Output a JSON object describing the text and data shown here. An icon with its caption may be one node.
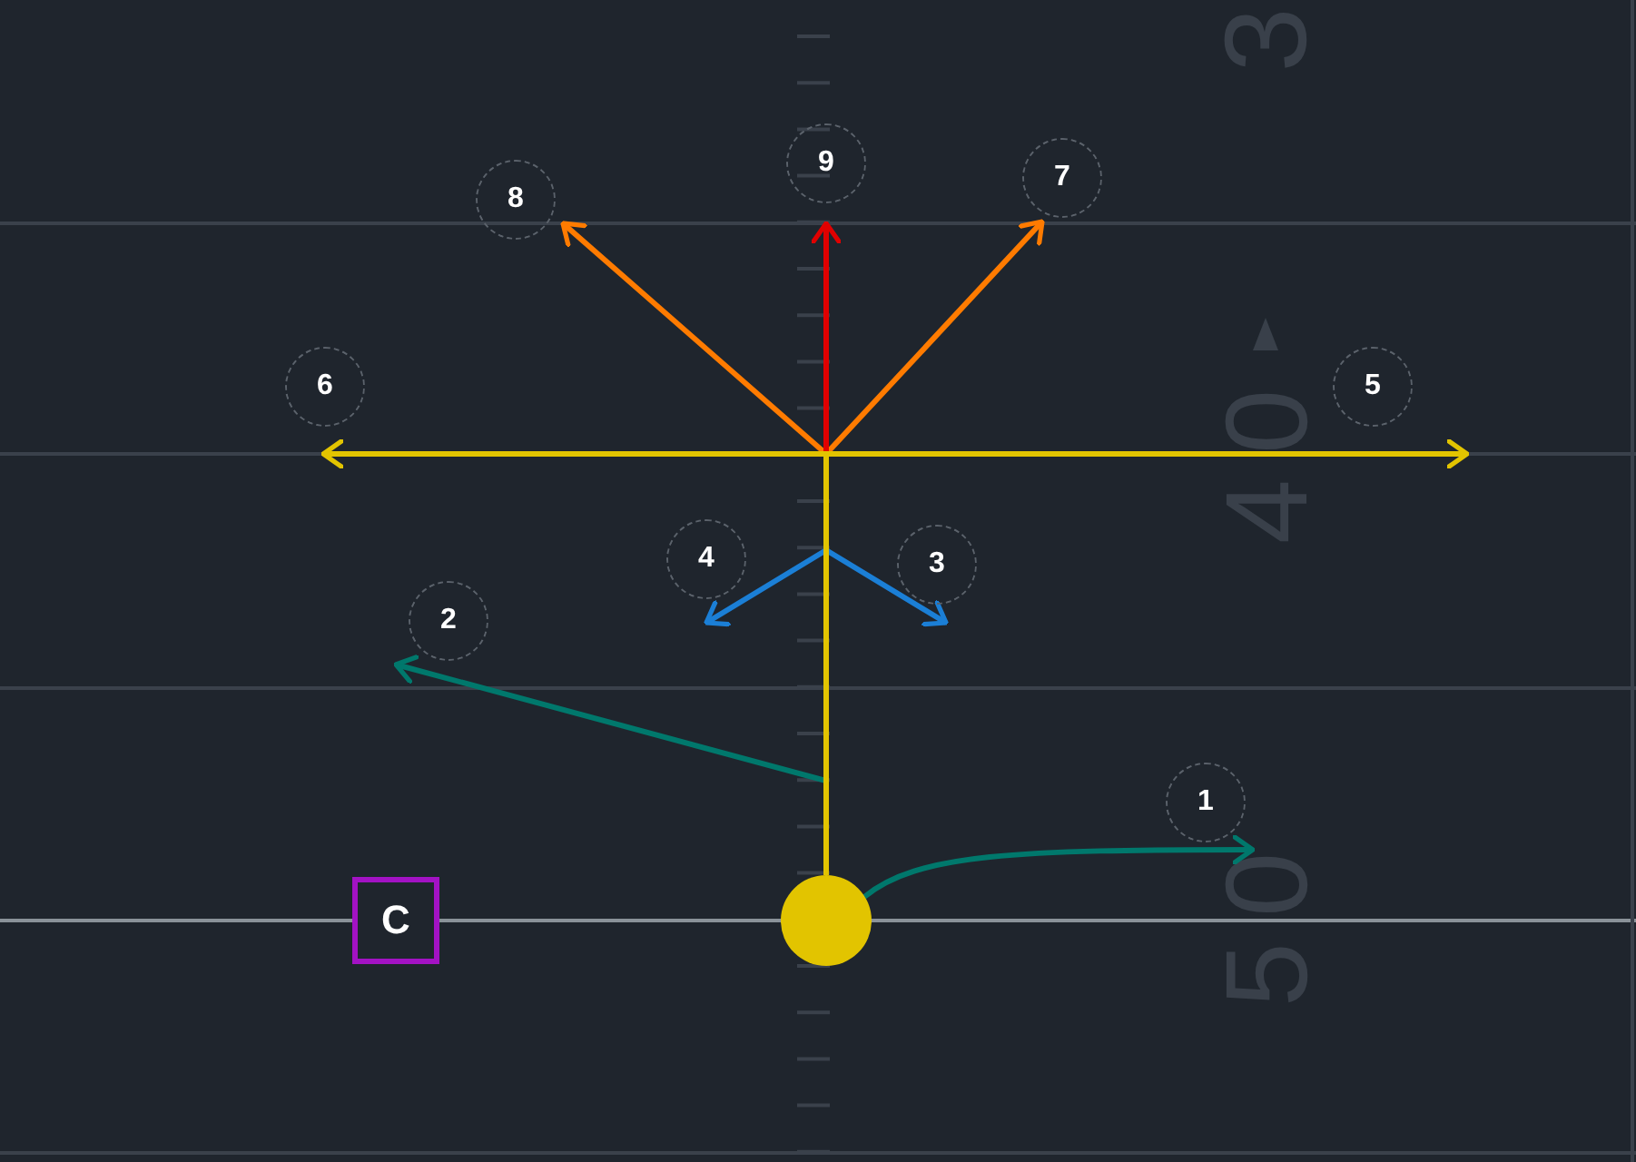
{
  "diagram": {
    "nodes": [
      {
        "text": [],
        "shape": "circle"
      },
      {
        "text": [
          "C"
        ]
      },
      {
        "text": [
          "1"
        ]
      },
      {
        "text": [
          "2"
        ]
      },
      {
        "text": [
          "3"
        ]
      },
      {
        "text": [
          "4"
        ]
      },
      {
        "text": [
          "5"
        ]
      },
      {
        "text": [
          "6"
        ]
      },
      {
        "text": [
          "7"
        ]
      },
      {
        "text": [
          "8"
        ]
      },
      {
        "text": [
          "9"
        ]
      }
    ],
    "edges": [
      {
        "from": 0,
        "to": 2,
        "arrow": "to",
        "color": "#00786c"
      },
      {
        "from": 0,
        "to": 3,
        "arrow": "to",
        "color": "#00786c"
      },
      {
        "from": 0,
        "to": 4,
        "arrow": "to",
        "color": "#1b7fd6"
      },
      {
        "from": 0,
        "to": 5,
        "arrow": "to",
        "color": "#1b7fd6"
      },
      {
        "from": 0,
        "to": 6,
        "arrow": "to",
        "color": "#e2c400"
      },
      {
        "from": 0,
        "to": 7,
        "arrow": "to",
        "color": "#e2c400"
      },
      {
        "from": 0,
        "to": 8,
        "arrow": "to",
        "color": "#ff7b00"
      },
      {
        "from": 0,
        "to": 9,
        "arrow": "to",
        "color": "#ff7b00"
      },
      {
        "from": 0,
        "to": 10,
        "arrow": "to",
        "color": "#e00000"
      }
    ],
    "labels": [
      "3",
      "40",
      "50"
    ]
  }
}
